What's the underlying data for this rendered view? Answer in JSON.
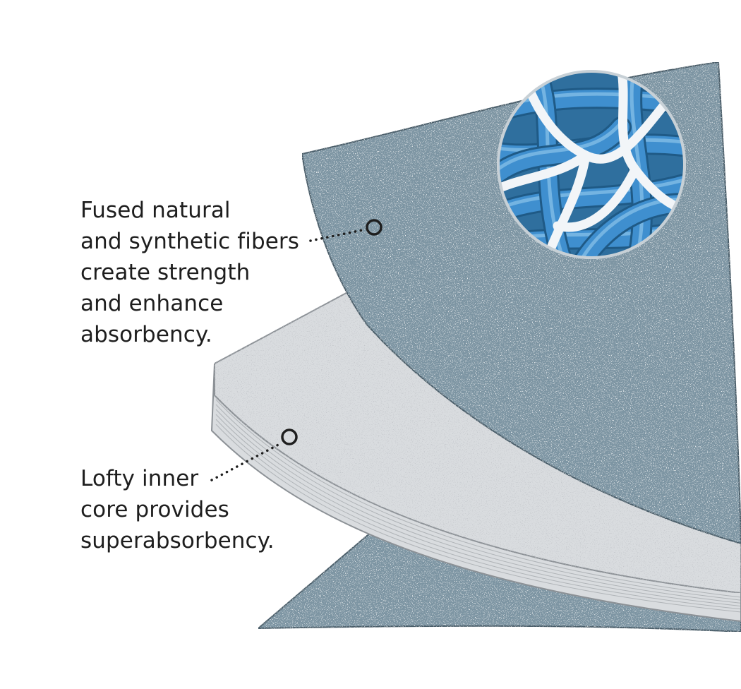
{
  "callouts": [
    {
      "lines": [
        "Fused natural",
        "and synthetic fibers",
        "create strength",
        "and enhance",
        "absorbency."
      ]
    },
    {
      "lines": [
        "Lofty inner",
        "core provides",
        "superabsorbency."
      ]
    }
  ],
  "colors": {
    "background": "#ffffff",
    "outer_layer": "#7d95a3",
    "outer_layer_edge": "#4a5d69",
    "inner_core": "#d9dcdf",
    "inner_core_edge": "#8c9196",
    "fiber_blue": "#3f8fcf",
    "fiber_white": "#f2f5f8",
    "text": "#1e1e1e"
  },
  "icons": [
    "magnified-fiber-icon",
    "leader-marker-icon"
  ]
}
